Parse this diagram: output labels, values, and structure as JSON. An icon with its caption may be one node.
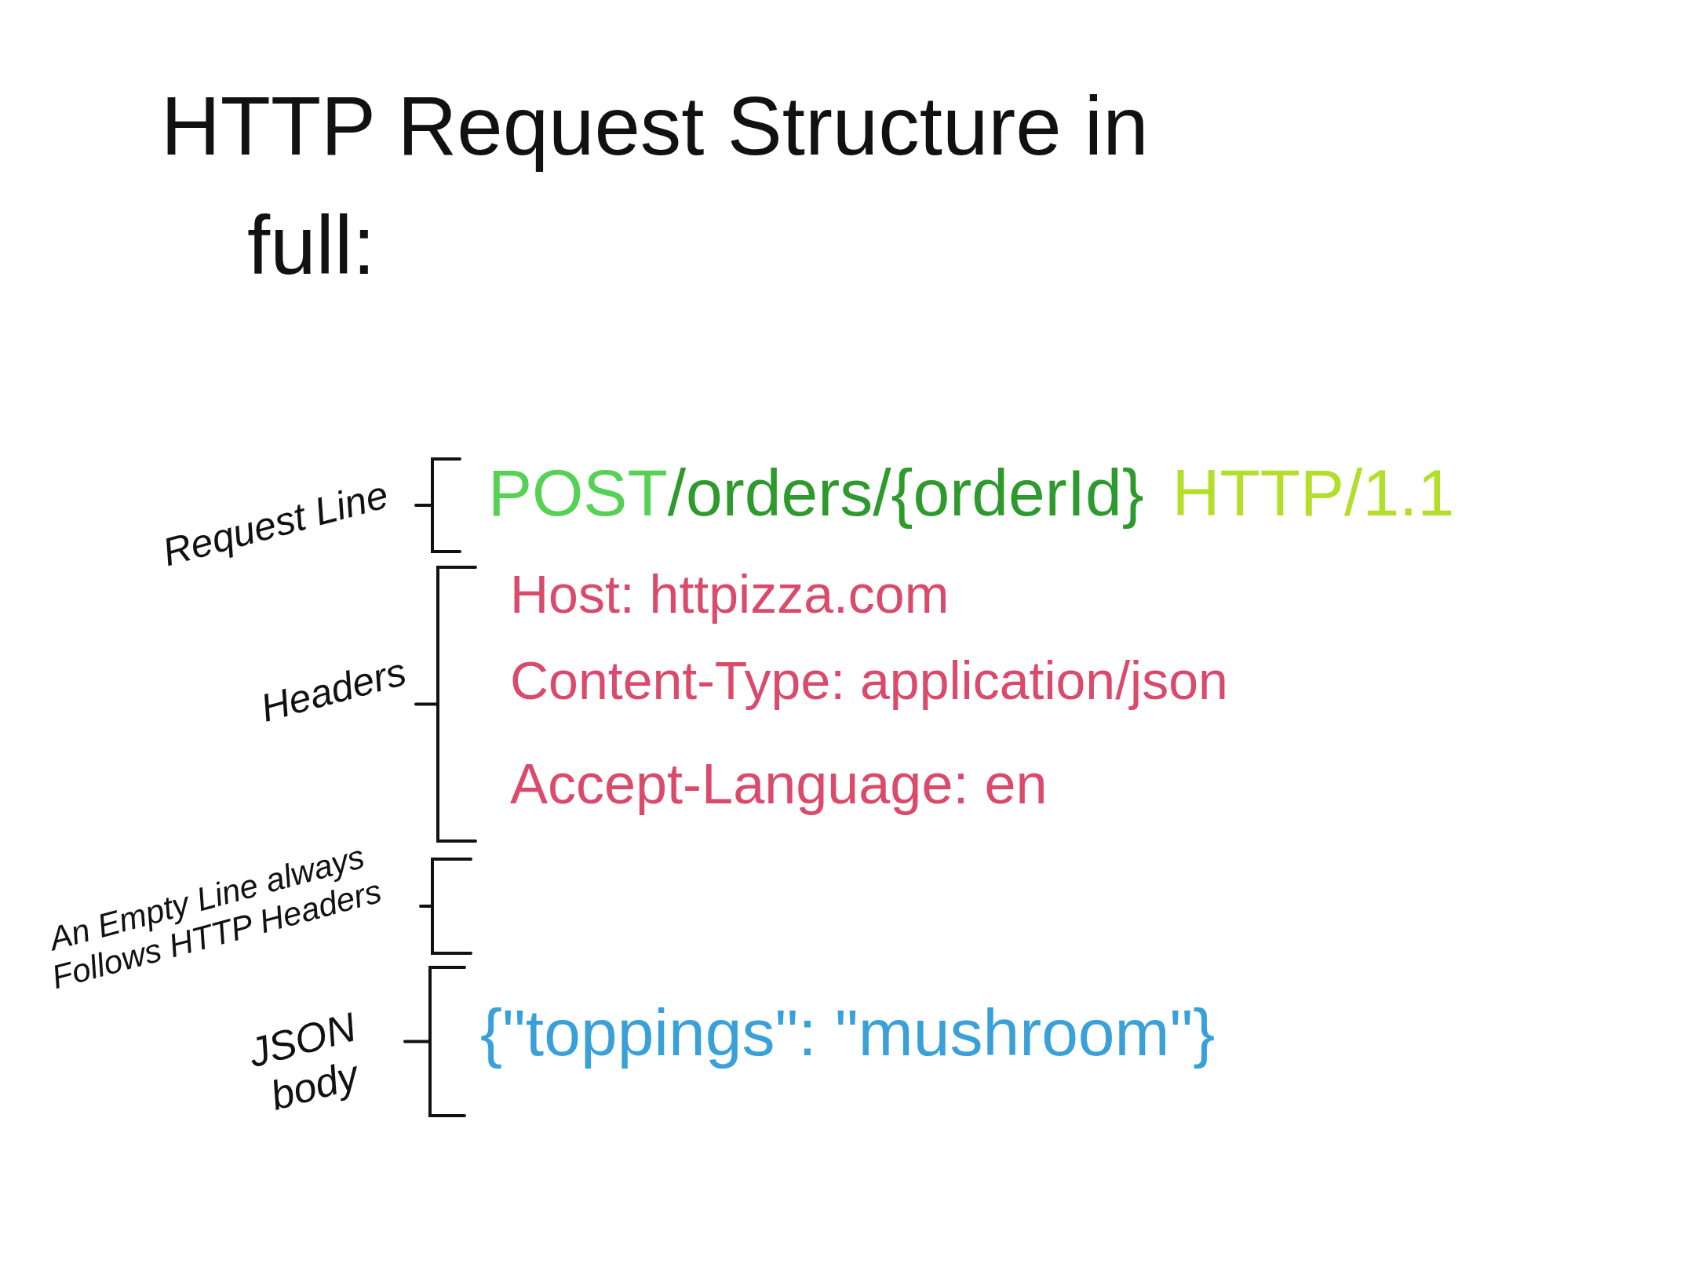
{
  "diagram": {
    "title": "HTTP Request Structure in full:",
    "labels": [
      "Request Line",
      "POST",
      "/orders/{orderId}",
      "HTTP/1.1",
      "Headers",
      "Host: httpizza.com",
      "Content-Type: application/json",
      "Accept-Language: en",
      "An Empty Line always Follows HTTP Headers",
      "JSON body",
      "{\"toppings\": \"mushroom\"}"
    ]
  }
}
